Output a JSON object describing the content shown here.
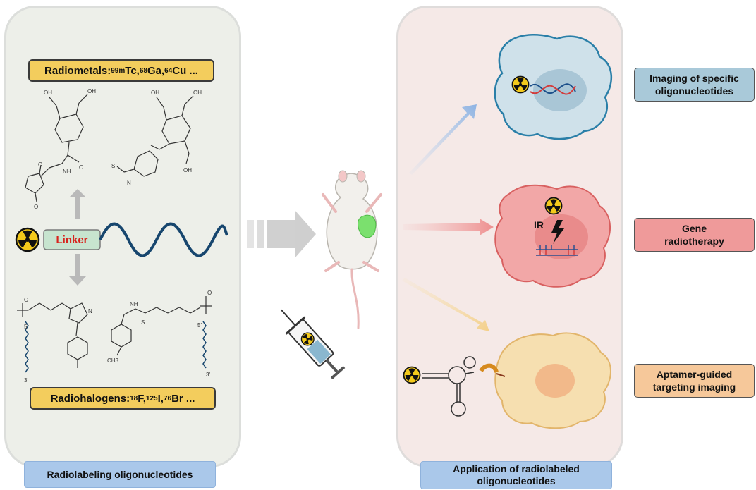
{
  "radiometals": {
    "prefix": "Radiometals: ",
    "m1_mass": "99m",
    "m1_symbol": "Tc, ",
    "m2_mass": "68",
    "m2_symbol": "Ga, ",
    "m3_mass": "64",
    "m3_symbol": "Cu ..."
  },
  "radiohalogens": {
    "prefix": "Radiohalogens: ",
    "h1_mass": "18",
    "h1_symbol": "F, ",
    "h2_mass": "125",
    "h2_symbol": "I, ",
    "h3_mass": "76",
    "h3_symbol": "Br ..."
  },
  "linker": "Linker",
  "ir": "IR",
  "chem": {
    "cooh": "OH",
    "ch3": "CH3",
    "nh": "NH",
    "n": "N",
    "s": "S",
    "o": "O",
    "five_prime": "5'",
    "three_prime": "3'"
  },
  "captions": {
    "left": "Radiolabeling oligonucleotides",
    "right_line1": "Application of radiolabeled",
    "right_line2": "oligonucleotides"
  },
  "applications": [
    {
      "line1": "Imaging of specific",
      "line2": "oligonucleotides"
    },
    {
      "line1": "Gene",
      "line2": "radiotherapy"
    },
    {
      "line1": "Aptamer-guided",
      "line2": "targeting imaging"
    }
  ],
  "colors": {
    "radiometals_tag": "#f3cd5d",
    "caption_bg": "#aac8ea",
    "imaging": "#a9c9d9",
    "gene": "#ef9a9a",
    "aptamer": "#f6c89a",
    "oligo": "#17466e",
    "linker_text": "#d8231d"
  }
}
